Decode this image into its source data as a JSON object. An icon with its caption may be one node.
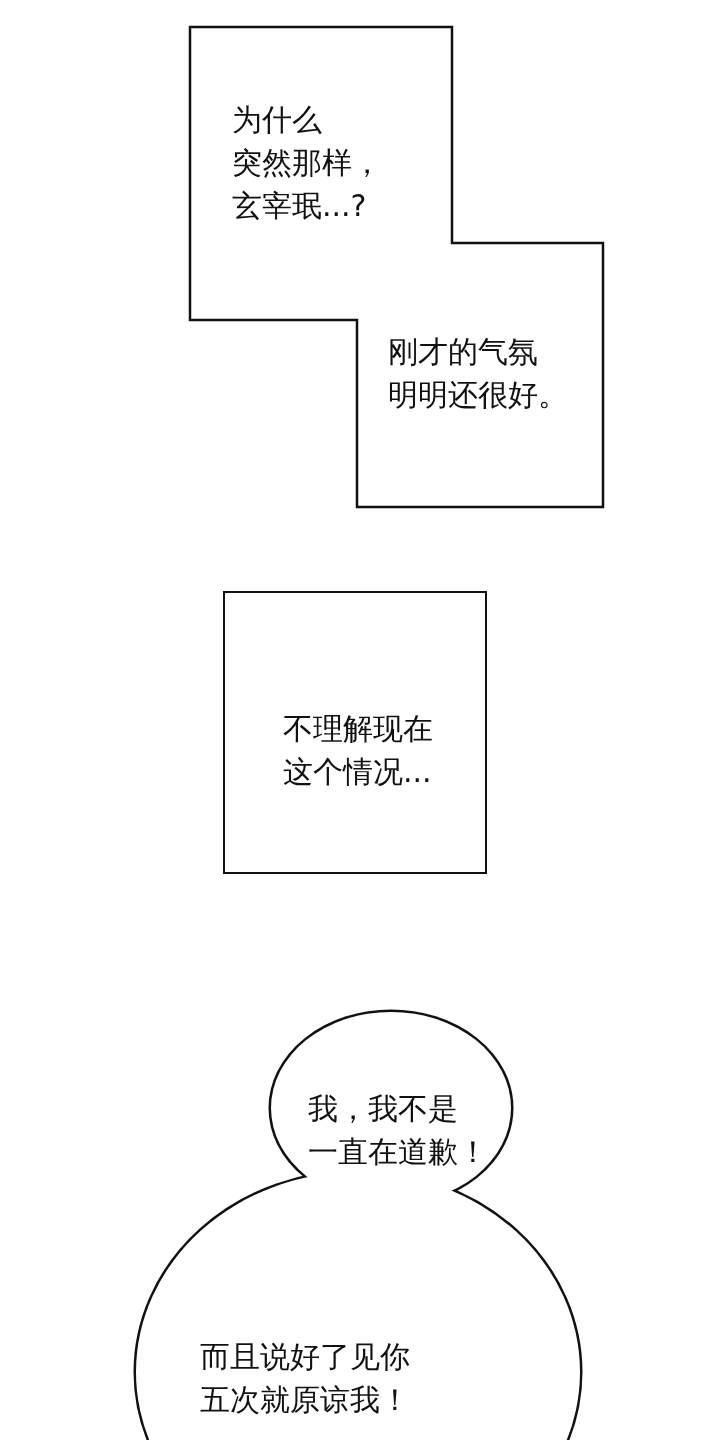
{
  "diagram": {
    "nodes": [
      {
        "text": [
          "为什么突然那样，玄宰珉...?"
        ]
      },
      {
        "text": [
          "刚才的气氛明明还很好。"
        ]
      },
      {
        "text": [
          "不理解现在这个情况..."
        ]
      },
      {
        "text": [
          "我，我不是一直在道歉！"
        ]
      },
      {
        "text": [
          "而且说好了见你五次就原谅我！"
        ]
      }
    ]
  }
}
